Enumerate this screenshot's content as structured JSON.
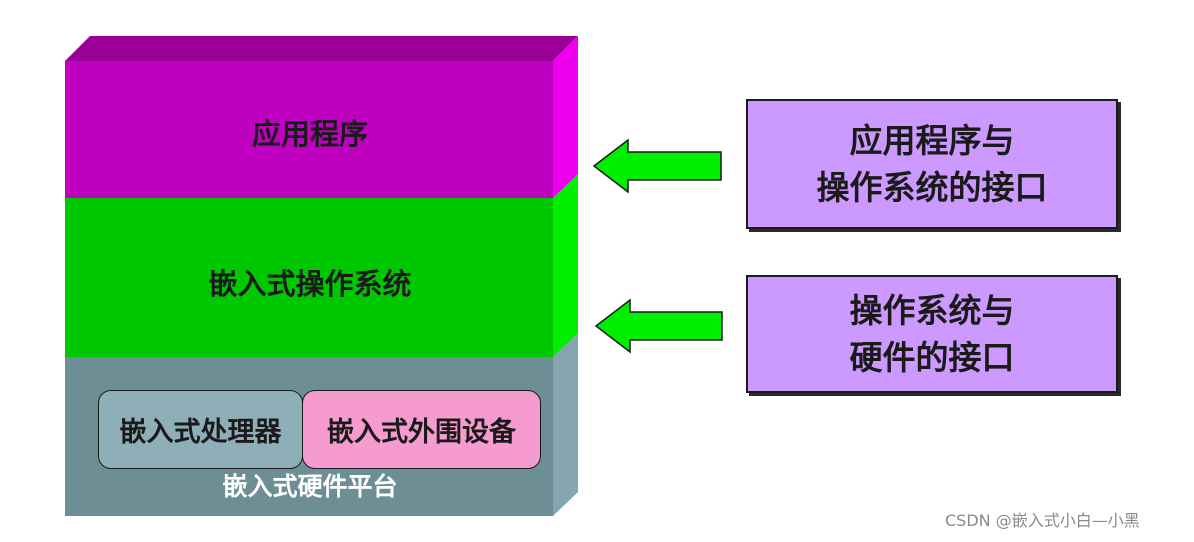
{
  "layers": {
    "application": {
      "label": "应用程序",
      "front_color": "#c000c0",
      "top_color": "#9a0096",
      "side_color": "#ee00ee"
    },
    "os": {
      "label": "嵌入式操作系统",
      "front_color": "#00c800",
      "side_color": "#00ee00"
    },
    "hardware": {
      "label": "嵌入式硬件平台",
      "front_color": "#6e8e96",
      "side_color": "#85a6ae",
      "components": {
        "processor": "嵌入式处理器",
        "peripheral": "嵌入式外围设备"
      }
    }
  },
  "callouts": {
    "app_os_interface": {
      "line1": "应用程序与",
      "line2": "操作系统的接口"
    },
    "os_hw_interface": {
      "line1": "操作系统与",
      "line2": "硬件的接口"
    }
  },
  "arrow_color": "#00ee00",
  "callout_color": "#cc99ff",
  "watermark": "CSDN @嵌入式小白—小黑"
}
